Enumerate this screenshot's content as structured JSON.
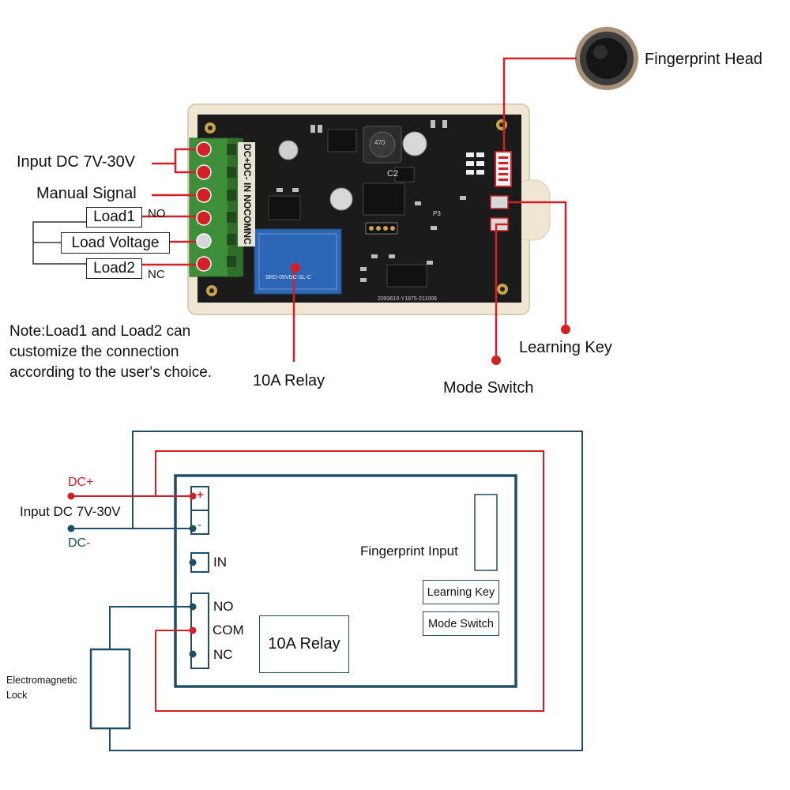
{
  "top": {
    "labels": {
      "input_dc": "Input DC 7V-30V",
      "manual_signal": "Manual Signal",
      "load1": "Load1",
      "load_voltage": "Load Voltage",
      "load2": "Load2",
      "no": "NO",
      "nc": "NC",
      "fingerprint_head": "Fingerprint Head",
      "learning_key": "Learning Key",
      "mode_switch": "Mode Switch",
      "relay": "10A Relay",
      "note": "Note:Load1 and Load2 can customize the connection according to the user's choice."
    },
    "terminal_block_labels": [
      "DC+",
      "DC-",
      "IN",
      "NO",
      "COM",
      "NC"
    ],
    "board_marks": {
      "code": "2093610-Y1875-211006",
      "c2": "C2",
      "p3": "P3",
      "relay_face": "SRD-05VDC-SL-C",
      "inductor": "470"
    }
  },
  "bottom": {
    "dc_plus": "DC+",
    "dc_minus": "DC-",
    "input_dc": "Input DC 7V-30V",
    "plus_sign": "+",
    "minus_sign": "-",
    "in": "IN",
    "no": "NO",
    "com": "COM",
    "nc": "NC",
    "relay": "10A Relay",
    "fingerprint_input": "Fingerprint Input",
    "learning_key": "Learning Key",
    "mode_switch": "Mode Switch",
    "lock_line1": "Electromagnetic",
    "lock_line2": "Lock"
  },
  "colors": {
    "red_wire": "#d32027",
    "navy_wire": "#1f4e66",
    "board": "#1b1b1b",
    "terminal_green": "#3f8f3a",
    "case": "#efe6d3"
  }
}
